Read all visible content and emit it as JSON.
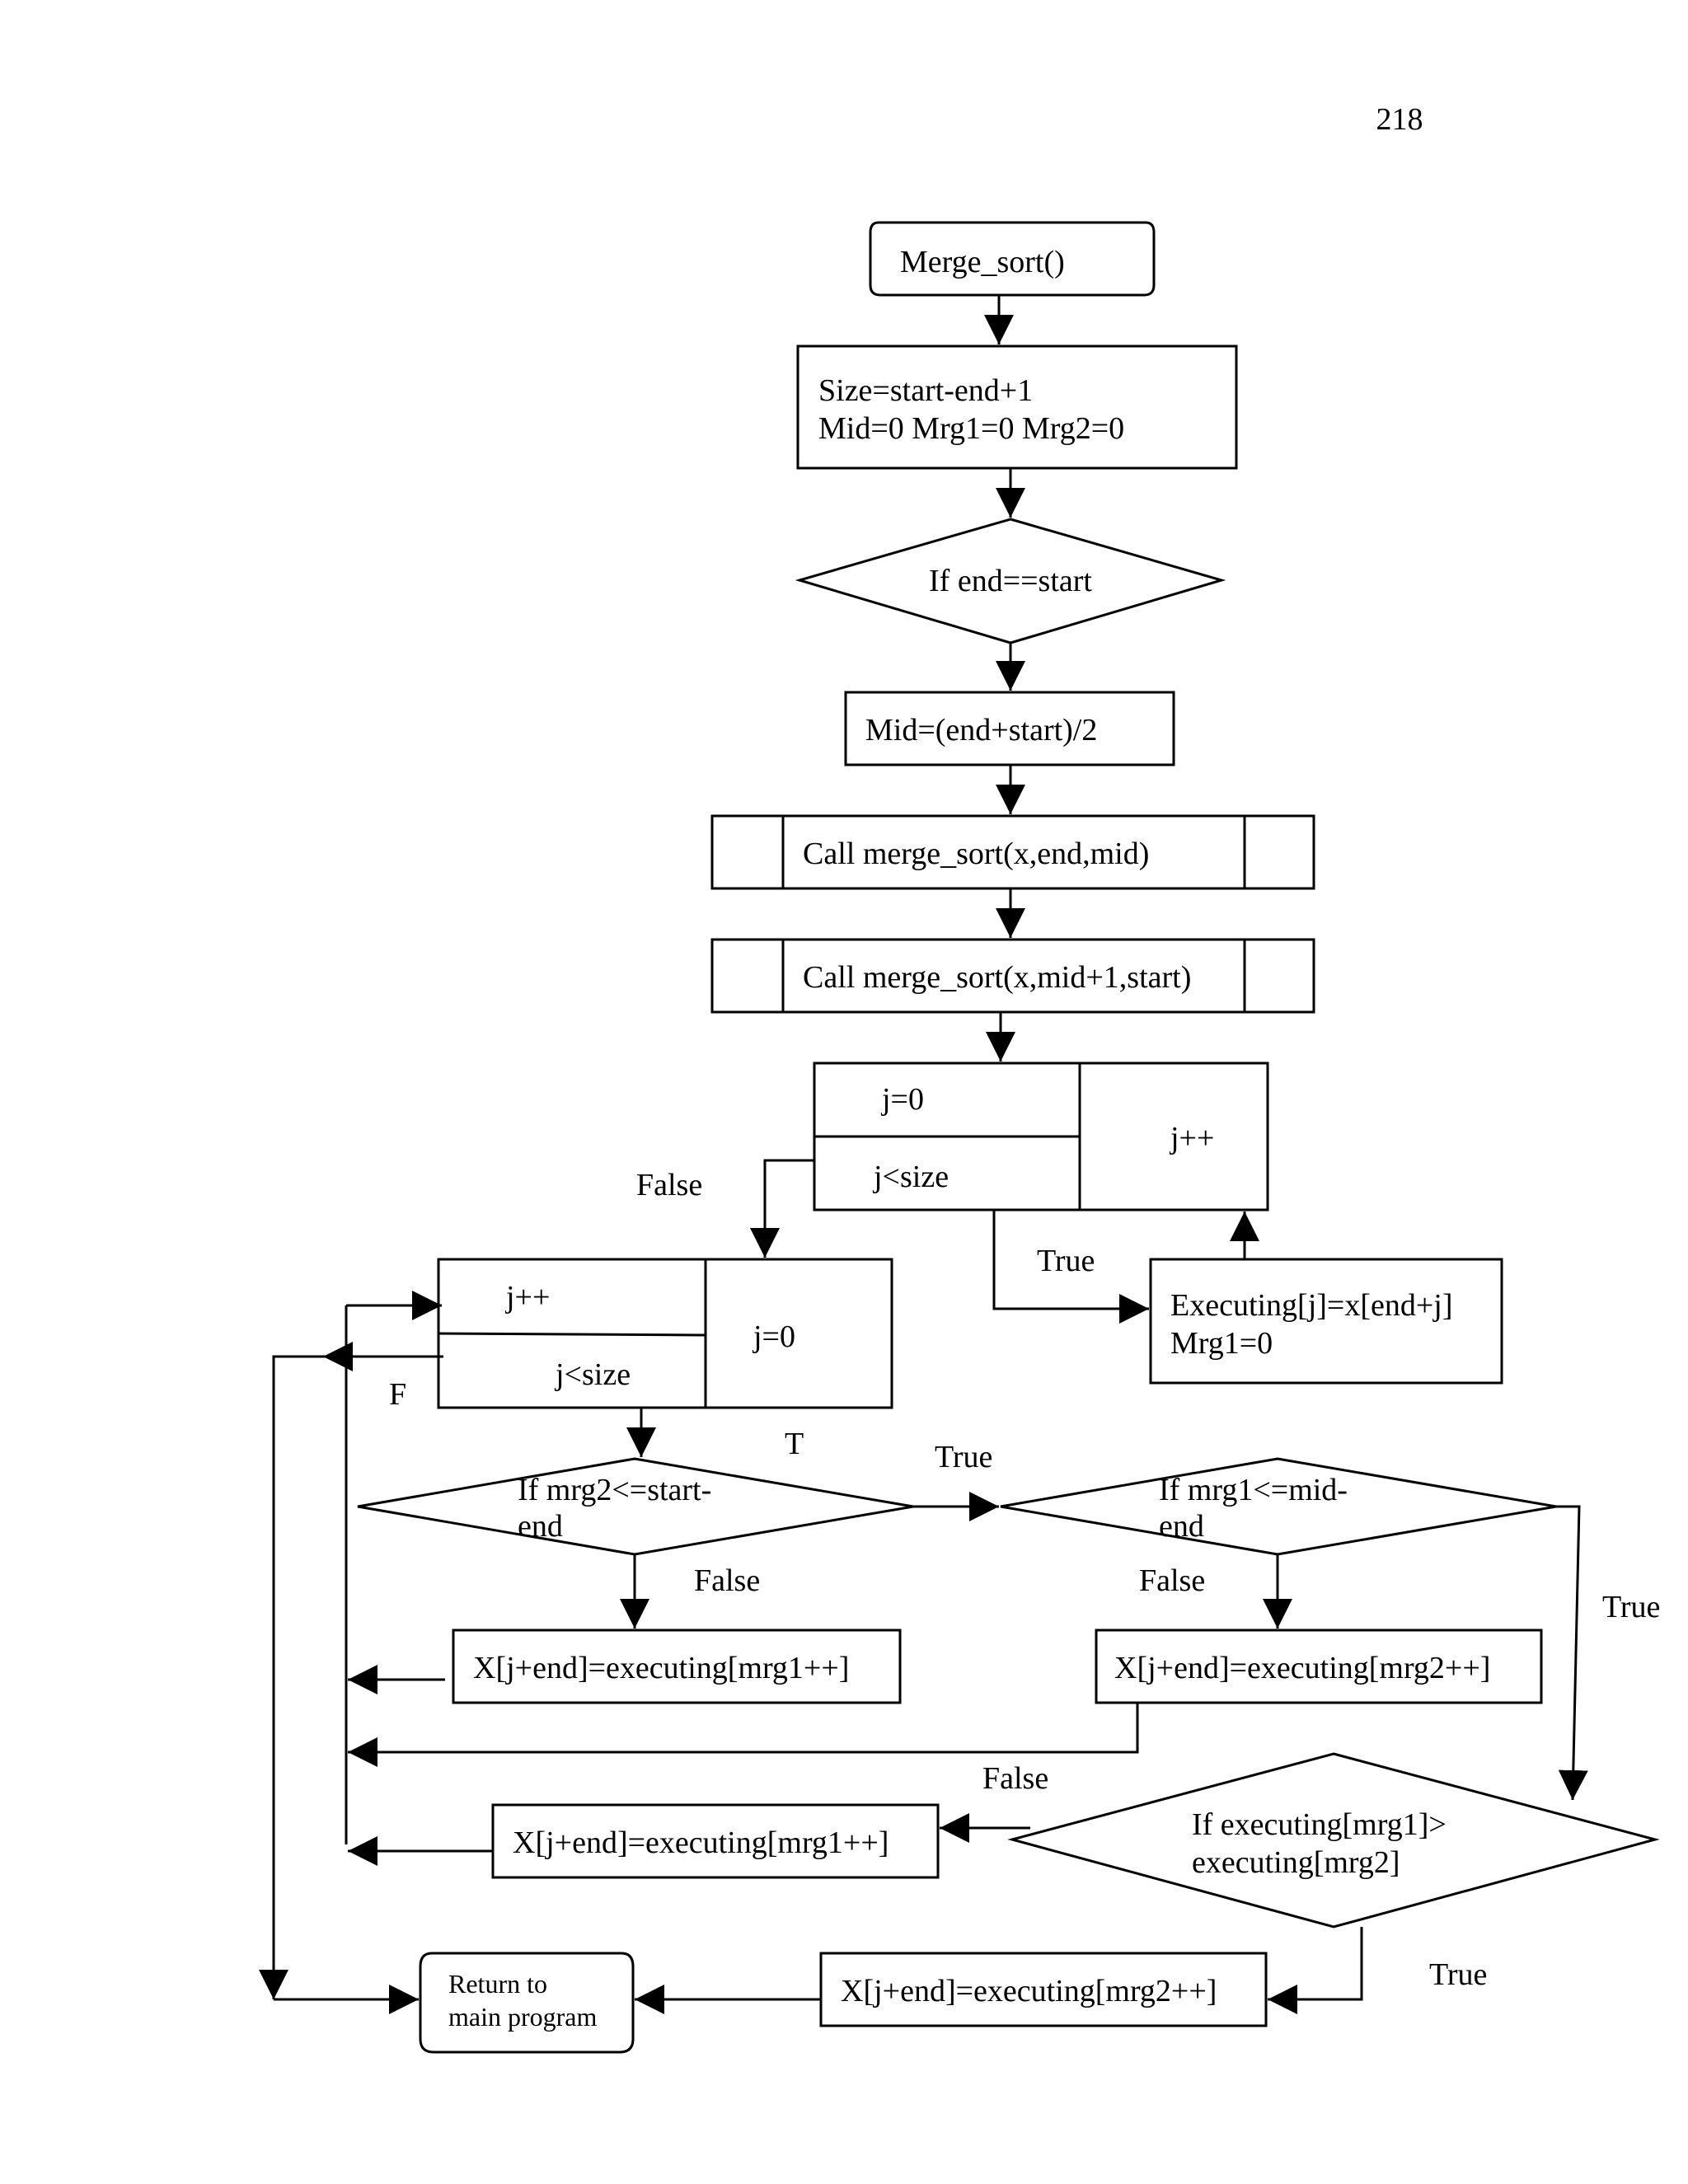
{
  "page_number": "218",
  "nodes": {
    "start": "Merge_sort()",
    "init_line1": "Size=start-end+1",
    "init_line2": "Mid=0 Mrg1=0 Mrg2=0",
    "if_end_start": "If end==start",
    "mid_calc": "Mid=(end+start)/2",
    "call1": "Call merge_sort(x,end,mid)",
    "call2": "Call merge_sort(x,mid+1,start)",
    "loop1_init": "j=0",
    "loop1_cond": "j<size",
    "loop1_incr": "j++",
    "exec_line1": "Executing[j]=x[end+j]",
    "exec_line2": "Mrg1=0",
    "loop2_incr": "j++",
    "loop2_cond": "j<size",
    "loop2_init": "j=0",
    "if_mrg2_line1": "If mrg2<=start-",
    "if_mrg2_line2": "end",
    "if_mrg1_line1": "If mrg1<=mid-",
    "if_mrg1_line2": "end",
    "assign_a": "X[j+end]=executing[mrg1++]",
    "assign_b": "X[j+end]=executing[mrg2++]",
    "if_exec_line1": "If executing[mrg1]>",
    "if_exec_line2": "executing[mrg2]",
    "assign_c": "X[j+end]=executing[mrg1++]",
    "assign_d": "X[j+end]=executing[mrg2++]",
    "return_line1": "Return to",
    "return_line2": "main program"
  },
  "edge_labels": {
    "loop1_false": "False",
    "loop1_true": "True",
    "loop2_false": "F",
    "loop2_true": "T",
    "mrg2_true": "True",
    "mrg2_false": "False",
    "mrg1_false": "False",
    "mrg1_true": "True",
    "exec_false": "False",
    "exec_true": "True"
  }
}
